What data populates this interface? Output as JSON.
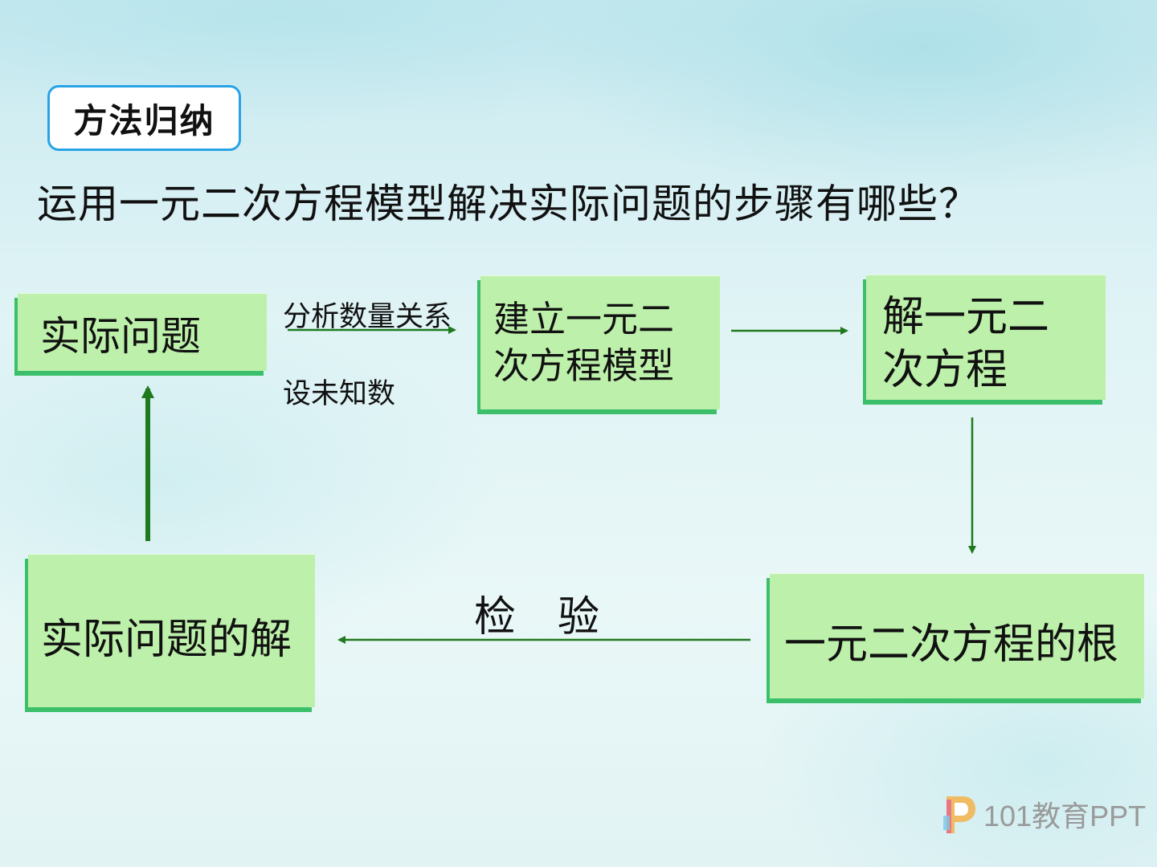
{
  "badge": {
    "label": "方法归纳"
  },
  "question": "运用一元二次方程模型解决实际问题的步骤有哪些？",
  "nodes": {
    "actual_problem": "实际问题",
    "build_model": {
      "line1": "建立一元二",
      "line2": "次方程模型"
    },
    "solve_equation": {
      "line1": "解一元二",
      "line2": "次方程"
    },
    "equation_roots": "一元二次方程的根",
    "actual_solution": "实际问题的解"
  },
  "edge_labels": {
    "analyze": "分析数量关系",
    "set_unknown": "设未知数",
    "verify": "检　验"
  },
  "logo": {
    "text": "101教育PPT"
  },
  "colors": {
    "box_fill": "#bdf0aa",
    "box_shadow": "#3cbf6a",
    "arrow": "#1f7a1f",
    "badge_border": "#29a3e6"
  }
}
